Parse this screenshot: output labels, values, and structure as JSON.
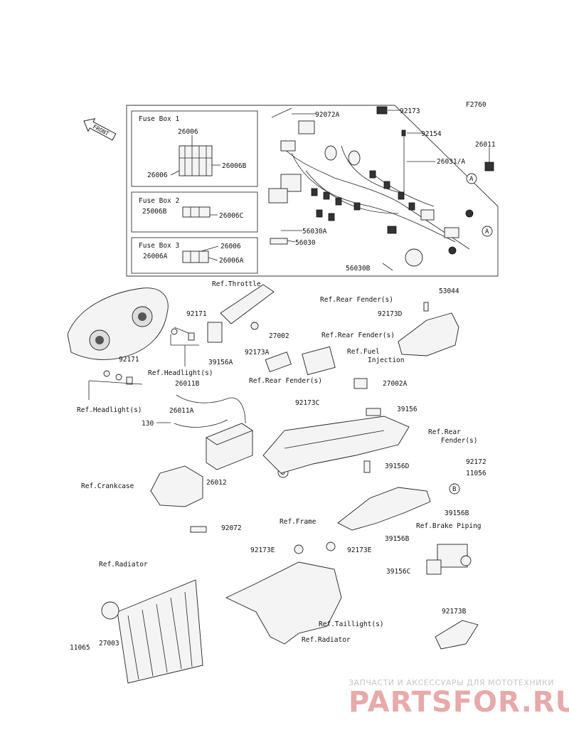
{
  "diagram_code": "F2760",
  "front_label": "FRONT",
  "fuse_boxes": [
    {
      "title": "Fuse Box 1",
      "parts": [
        "26006",
        "26006B",
        "26006"
      ]
    },
    {
      "title": "Fuse Box 2",
      "parts": [
        "25006B",
        "26006C"
      ]
    },
    {
      "title": "Fuse Box 3",
      "parts": [
        "26006",
        "26006A",
        "26006A"
      ]
    }
  ],
  "circle_refs": {
    "a": "A",
    "b": "B"
  },
  "labels": {
    "p92072A": "92072A",
    "p92173": "92173",
    "p92154": "92154",
    "p26011": "26011",
    "p26031A": "26031/A",
    "p56030A": "56030A",
    "p56030": "56030",
    "p56030B": "56030B",
    "ref_throttle": "Ref.Throttle",
    "p92171_a": "92171",
    "p39156A": "39156A",
    "p92173A": "92173A",
    "p27002": "27002",
    "ref_headlights_a": "Ref.Headlight(s)",
    "p92171_b": "92171",
    "ref_headlights_b": "Ref.Headlight(s)",
    "ref_rear_fender_a": "Ref.Rear Fender(s)",
    "p53044": "53044",
    "p92173D": "92173D",
    "ref_rear_fender_b": "Ref.Rear Fender(s)",
    "ref_fuel_injection_1": "Ref.Fuel",
    "ref_fuel_injection_2": "Injection",
    "ref_rear_fender_c": "Ref.Rear Fender(s)",
    "p27002A": "27002A",
    "p26011B": "26011B",
    "p26011A": "26011A",
    "p39156": "39156",
    "p92173C": "92173C",
    "p130": "130",
    "ref_rear_fenders_d1": "Ref.Rear",
    "ref_rear_fenders_d2": "Fender(s)",
    "p92172": "92172",
    "p11056": "11056",
    "p39156D": "39156D",
    "ref_crankcase": "Ref.Crankcase",
    "p26012": "26012",
    "ref_frame": "Ref.Frame",
    "p39156B": "39156B",
    "ref_brake_piping": "Ref.Brake Piping",
    "p39156B_2": "39156B",
    "p92072": "92072",
    "p92173E_a": "92173E",
    "p92173E_b": "92173E",
    "ref_radiator_a": "Ref.Radiator",
    "p39156C": "39156C",
    "p92173B": "92173B",
    "ref_taillights": "Ref.Taillight(s)",
    "p11065": "11065",
    "p27003": "27003",
    "ref_radiator_b": "Ref.Radiator"
  },
  "watermark": {
    "top": "ЗАПЧАСТИ И АКСЕССУАРЫ ДЛЯ МОТОТЕХНИКИ",
    "main": "PARTSFOR.RU"
  }
}
